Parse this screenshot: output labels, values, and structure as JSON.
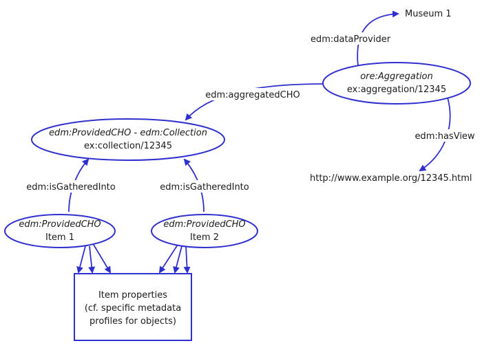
{
  "nodes": {
    "collection": {
      "type": "edm:ProvidedCHO - edm:Collection",
      "id": "ex:collection/12345"
    },
    "aggregation": {
      "type": "ore:Aggregation",
      "id": "ex:aggregation/12345"
    },
    "item1": {
      "type": "edm:ProvidedCHO",
      "id": "Item 1"
    },
    "item2": {
      "type": "edm:ProvidedCHO",
      "id": "Item 2"
    },
    "museum": {
      "label": "Museum 1"
    },
    "webpage": {
      "label": "http://www.example.org/12345.html"
    },
    "properties": {
      "lines": [
        "Item properties",
        "(cf. specific metadata",
        "profiles for objects)"
      ]
    }
  },
  "edges": {
    "data_provider": "edm:dataProvider",
    "aggregated_cho": "edm:aggregatedCHO",
    "has_view": "edm:hasView",
    "gathered_into_1": "edm:isGatheredInto",
    "gathered_into_2": "edm:isGatheredInto"
  },
  "colors": {
    "stroke": "#2f2fd0",
    "text": "#1a1a1a"
  }
}
